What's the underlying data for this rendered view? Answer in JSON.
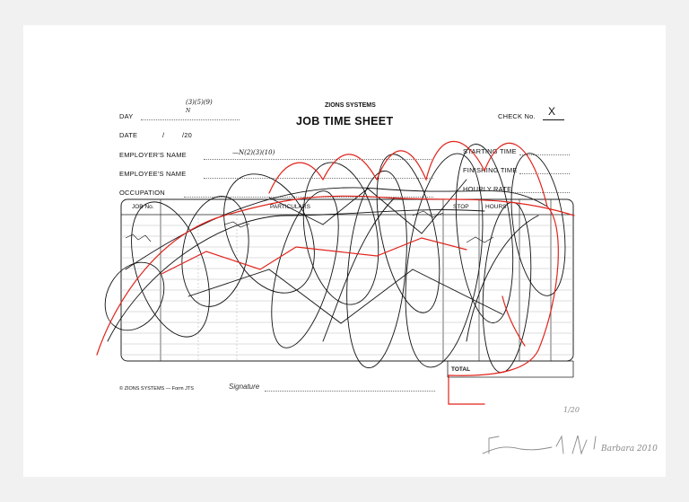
{
  "form": {
    "company": "ZIONS SYSTEMS",
    "title": "JOB TIME SHEET",
    "labels": {
      "day": "DAY",
      "date": "DATE",
      "date_slash": "/",
      "date_year": "/20",
      "employer_name": "EMPLOYER'S NAME",
      "employee_name": "EMPLOYEE'S NAME",
      "occupation": "OCCUPATION",
      "check_no": "CHECK No.",
      "starting_time": "STARTING TIME",
      "finishing_time": "FINISHING TIME",
      "hourly_rate": "HOURLY RATE",
      "signature": "Signature",
      "total": "TOTAL"
    },
    "columns": [
      "JOB No.",
      "PARTICULARS",
      "STOP",
      "HOURS"
    ],
    "footer": "© ZIONS SYSTEMS — Form JTS",
    "check_mark": "X"
  },
  "handwriting": {
    "day_note": "(3)(5)(9)",
    "day_note_sub": "N",
    "employer_note": "—N(2)(3)(10)",
    "edition": "1/20",
    "signature": "Barbara 2010"
  },
  "colors": {
    "paper": "#ffffff",
    "background": "#f1f1f1",
    "ink": "#111111",
    "red_ink": "#e0231b",
    "pencil": "#888888"
  }
}
